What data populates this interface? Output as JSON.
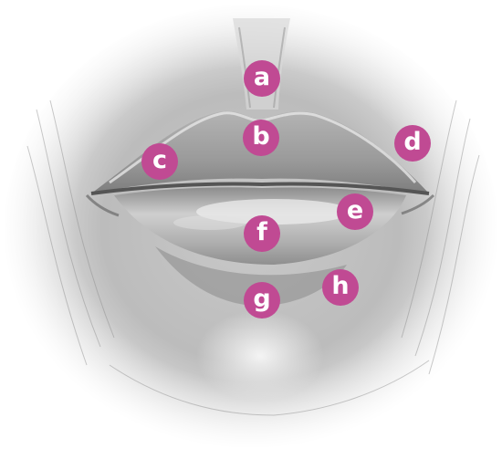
{
  "markers": {
    "a": "a",
    "b": "b",
    "c": "c",
    "d": "d",
    "e": "e",
    "f": "f",
    "g": "g",
    "h": "h"
  },
  "colors": {
    "marker_fill": "#c04a93",
    "marker_text": "#ffffff",
    "pencil_dark": "#6e6e6e",
    "pencil_mid": "#a8a8a8",
    "paper": "#ffffff"
  }
}
